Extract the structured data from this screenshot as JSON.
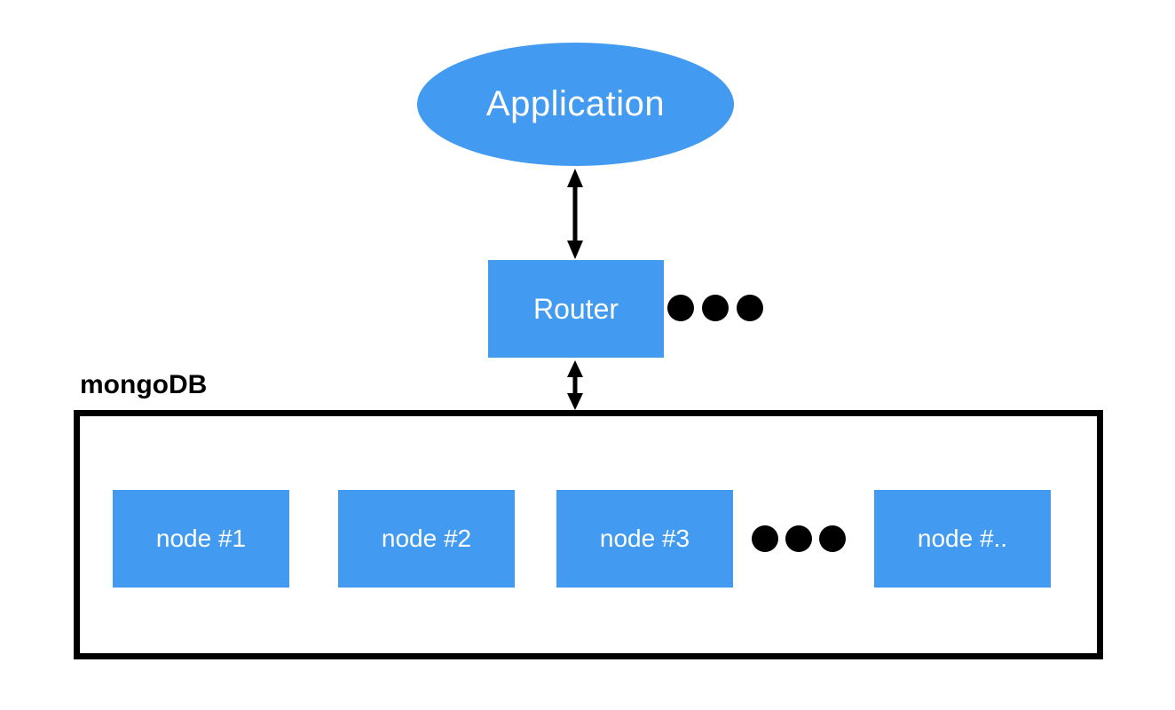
{
  "diagram": {
    "title_hint": "MongoDB sharded cluster architecture diagram",
    "application": {
      "label": "Application"
    },
    "router": {
      "label": "Router"
    },
    "cluster": {
      "label": "mongoDB"
    },
    "nodes": [
      {
        "label": "node #1"
      },
      {
        "label": "node #2"
      },
      {
        "label": "node #3"
      },
      {
        "label": "node #.."
      }
    ],
    "connections": [
      {
        "from": "application",
        "to": "router",
        "type": "double-arrow"
      },
      {
        "from": "router",
        "to": "cluster",
        "type": "double-arrow"
      }
    ],
    "colors": {
      "accent_blue": "#429BF0",
      "outline_black": "#000000",
      "text_on_accent": "#FFFFFF",
      "background": "#FFFFFF"
    }
  }
}
